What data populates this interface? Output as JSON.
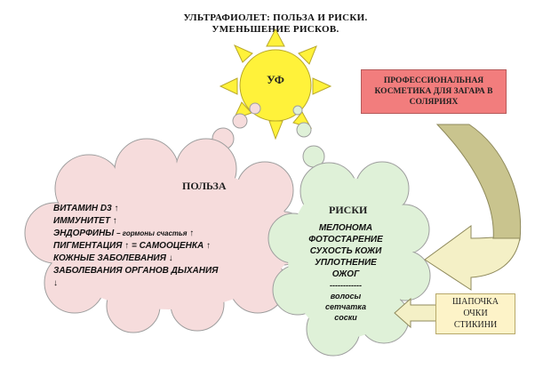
{
  "title": {
    "line1": "УЛЬТРАФИОЛЕТ: ПОЛЬЗА И РИСКИ.",
    "line2": "УМЕНЬШЕНИЕ РИСКОВ."
  },
  "sun": {
    "label": "УФ"
  },
  "cosmetics": {
    "label": "ПРОФЕССИОНАЛЬНАЯ КОСМЕТИКА ДЛЯ ЗАГАРА В СОЛЯРИЯХ"
  },
  "benefit": {
    "title": "ПОЛЬЗА",
    "items": [
      {
        "text": "ВИТАМИН D3 ↑"
      },
      {
        "text": "ИММУНИТЕТ ↑"
      },
      {
        "text": "ЭНДОРФИНЫ ",
        "small": "– гормоны счастья",
        "tail": " ↑"
      },
      {
        "text": "ПИГМЕНТАЦИЯ ↑ = САМООЦЕНКА ↑"
      },
      {
        "text": "КОЖНЫЕ ЗАБОЛЕВАНИЯ ↓"
      },
      {
        "text": "ЗАБОЛЕВАНИЯ ОРГАНОВ ДЫХАНИЯ"
      },
      {
        "text": "↓"
      }
    ]
  },
  "risk": {
    "title": "РИСКИ",
    "items": [
      "МЕЛОНОМА",
      "ФОТОСТАРЕНИЕ",
      "СУХОСТЬ КОЖИ",
      "УПЛОТНЕНИЕ",
      "ОЖОГ"
    ],
    "separator": "------------",
    "small_items": [
      "волосы",
      "сетчатка",
      "соски"
    ]
  },
  "protection": {
    "items": [
      "ШАПОЧКА",
      "ОЧКИ",
      "СТИКИНИ"
    ]
  },
  "colors": {
    "sun": "#fff23a",
    "sun_stroke": "#b9a82a",
    "benefit_cloud": "#f6dcdc",
    "risk_cloud": "#dff1d8",
    "cosmetics_box": "#f27d7d",
    "protection_box": "#fdf3c8",
    "curved_arrow": "#c9c48e"
  }
}
